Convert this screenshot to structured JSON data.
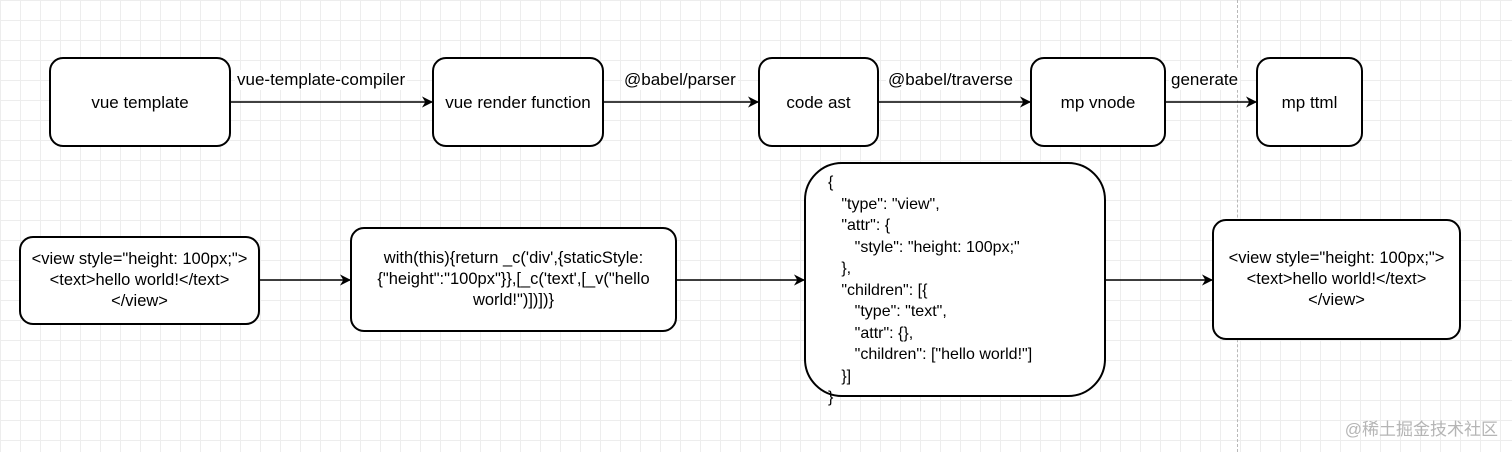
{
  "diagram": {
    "row1": {
      "vue_template": "vue template",
      "vue_render_function": "vue render function",
      "code_ast": "code ast",
      "mp_vnode": "mp vnode",
      "mp_ttml": "mp ttml"
    },
    "edge_labels": {
      "compiler": "vue-template-compiler",
      "parser": "@babel/parser",
      "traverse": "@babel/traverse",
      "generate": "generate"
    },
    "row2": {
      "input_view": "<view style=\"height: 100px;\">\n<text>hello world!</text>\n</view>",
      "render_code": "with(this){return _c('div',{staticStyle:\n{\"height\":\"100px\"}},[_c('text',[_v(\"hello\nworld!\")])])}",
      "vnode_json": "{\n   \"type\": \"view\",\n   \"attr\": {\n      \"style\": \"height: 100px;\"\n   },\n   \"children\": [{\n      \"type\": \"text\",\n      \"attr\": {},\n      \"children\": [\"hello world!\"]\n   }]\n}",
      "output_view": "<view style=\"height: 100px;\">\n<text>hello world!</text>\n</view>"
    }
  },
  "watermark": "@稀土掘金技术社区"
}
